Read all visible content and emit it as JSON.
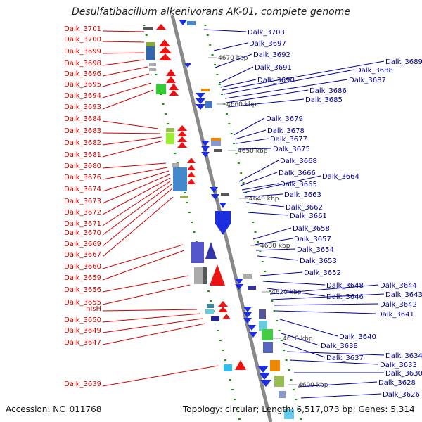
{
  "title": "Desulfatibacillum alkenivorans AK-01, complete genome",
  "footer": {
    "accession": "Accession: NC_011768",
    "topology": "Topology: circular; Length: 6,517,073 bp; Genes: 5,314"
  },
  "colors": {
    "left_label": "#cc0000",
    "right_label": "#000099",
    "axis": "#888888",
    "tick": "#119911"
  },
  "kbp_labels": [
    "4670 kbp",
    "4660 kbp",
    "4650 kbp",
    "4640 kbp",
    "4630 kbp",
    "4620 kbp",
    "4610 kbp",
    "4600 kbp"
  ],
  "left_labels": [
    "Dalk_3701",
    "Dalk_3700",
    "Dalk_3699",
    "Dalk_3698",
    "Dalk_3696",
    "Dalk_3695",
    "Dalk_3694",
    "Dalk_3693",
    "Dalk_3684",
    "Dalk_3683",
    "Dalk_3682",
    "Dalk_3681",
    "Dalk_3680",
    "Dalk_3676",
    "Dalk_3674",
    "Dalk_3673",
    "Dalk_3672",
    "Dalk_3671",
    "Dalk_3670",
    "Dalk_3669",
    "Dalk_3667",
    "Dalk_3660",
    "Dalk_3659",
    "Dalk_3656",
    "Dalk_3655",
    "hisH",
    "Dalk_3650",
    "Dalk_3649",
    "Dalk_3647",
    "Dalk_3639"
  ],
  "right_labels": [
    "Dalk_3703",
    "Dalk_3697",
    "Dalk_3692",
    "Dalk_3691",
    "Dalk_3690",
    "Dalk_3689",
    "Dalk_3688",
    "Dalk_3687",
    "Dalk_3686",
    "Dalk_3685",
    "Dalk_3679",
    "Dalk_3678",
    "Dalk_3677",
    "Dalk_3675",
    "Dalk_3668",
    "Dalk_3666",
    "Dalk_3665",
    "Dalk_3664",
    "Dalk_3663",
    "Dalk_3662",
    "Dalk_3661",
    "Dalk_3658",
    "Dalk_3657",
    "Dalk_3654",
    "Dalk_3653",
    "Dalk_3652",
    "Dalk_3648",
    "Dalk_3646",
    "Dalk_3644",
    "Dalk_3643",
    "Dalk_3642",
    "Dalk_3641",
    "Dalk_3640",
    "Dalk_3638",
    "Dalk_3637",
    "Dalk_3634",
    "Dalk_3633",
    "Dalk_3630",
    "Dalk_3628",
    "Dalk_3626"
  ]
}
